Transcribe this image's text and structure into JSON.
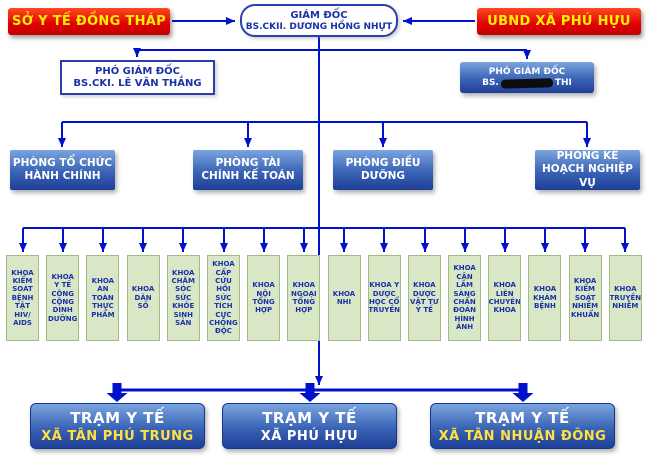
{
  "chart": {
    "authorities": {
      "left": "SỞ Y TẾ ĐỒNG THÁP",
      "right": "UBND XÃ PHÚ HỰU"
    },
    "director": {
      "title": "GIÁM ĐỐC",
      "name": "BS.CKII. DƯƠNG HỒNG NHỰT"
    },
    "deputies": [
      {
        "title": "PHÓ GIÁM ĐỐC",
        "name": "BS.CKI. LÊ VĂN THẮNG"
      },
      {
        "title": "PHÓ GIÁM ĐỐC",
        "name_prefix": "BS.",
        "name_suffix": "THI",
        "name_redacted": true
      }
    ],
    "phong": [
      "PHÒNG TỔ CHỨC HÀNH CHÍNH",
      "PHÒNG TÀI CHÍNH KẾ TOÁN",
      "PHÒNG ĐIỀU DƯỠNG",
      "PHÒNG KẾ HOẠCH NGHIỆP VỤ"
    ],
    "khoa": [
      "KHOA KIỂM SOÁT BỆNH TẬT HIV/ AIDS",
      "KHOA Y TẾ CÔNG CỘNG DINH DƯỠNG",
      "KHOA AN TOÀN THỰC PHẨM",
      "KHOA DÂN SỐ",
      "KHOA CHĂM SÓC SỨC KHỎE SINH SẢN",
      "KHOA CẤP CỨU HỒI SỨC TÍCH CỰC CHỐNG ĐỘC",
      "KHOA NỘI TỔNG HỢP",
      "KHOA NGOẠI TỔNG HỢP",
      "KHOA NHI",
      "KHOA Y DƯỢC HỌC CỔ TRUYỀN",
      "KHOA DƯỢC VẬT TƯ Y TẾ",
      "KHOA CẬN LÂM SÀNG CHẨN ĐOÁN HÌNH ẢNH",
      "KHOA LIÊN CHUYÊN KHOA",
      "KHOA KHÁM BỆNH",
      "KHOA KIỂM SOÁT NHIỄM KHUẨN",
      "KHOA TRUYỀN NHIỄM"
    ],
    "tram": [
      {
        "title": "TRẠM Y TẾ",
        "subtitle": "XÃ TÂN PHÚ TRUNG"
      },
      {
        "title": "TRẠM Y TẾ",
        "subtitle": "XÃ PHÚ HỰU"
      },
      {
        "title": "TRẠM Y TẾ",
        "subtitle": "XÃ TÂN NHUẬN ĐÔNG"
      }
    ]
  },
  "colors": {
    "connector_blue": "#0011cc",
    "authority_red": "#e00000",
    "authority_text_yellow": "#ffef00",
    "box_text_blue": "#1a32a8",
    "khoa_bg_green": "#d9e7c7",
    "gradient_blue_dark": "#1e3f97",
    "tram_subtitle_yellow": "#ffe23e"
  }
}
